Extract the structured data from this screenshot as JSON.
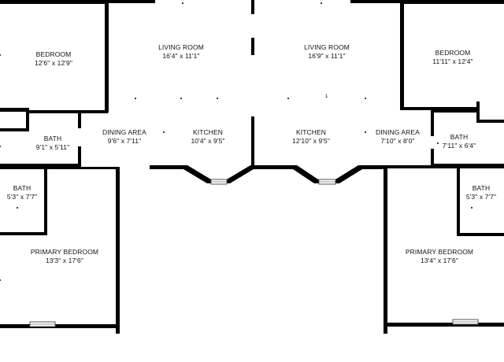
{
  "rooms": {
    "bedroom_left": {
      "name": "BEDROOM",
      "dims": "12'6\" x 12'9\""
    },
    "living_left": {
      "name": "LIVING ROOM",
      "dims": "16'4\" x 11'1\""
    },
    "living_right": {
      "name": "LIVING ROOM",
      "dims": "16'9\" x 11'1\""
    },
    "bedroom_right": {
      "name": "BEDROOM",
      "dims": "11'11\" x 12'4\""
    },
    "bath_left": {
      "name": "BATH",
      "dims": "9'1\" x 5'11\""
    },
    "dining_left": {
      "name": "DINING AREA",
      "dims": "9'6\" x 7'11\""
    },
    "kitchen_left": {
      "name": "KITCHEN",
      "dims": "10'4\" x 9'5\""
    },
    "kitchen_right": {
      "name": "KITCHEN",
      "dims": "12'10\" x 9'5\""
    },
    "dining_right": {
      "name": "DINING AREA",
      "dims": "7'10\" x 8'0\""
    },
    "bath_right": {
      "name": "BATH",
      "dims": "7'11\" x 6'4\""
    },
    "bath_small_left": {
      "name": "BATH",
      "dims": "5'3\" x 7'7\""
    },
    "bath_small_right": {
      "name": "BATH",
      "dims": "5'3\" x 7'7\""
    },
    "primary_left": {
      "name": "PRIMARY BEDROOM",
      "dims": "13'3\" x 17'6\""
    },
    "primary_right": {
      "name": "PRIMARY BEDROOM",
      "dims": "13'4\" x 17'6\""
    }
  },
  "marker": "1",
  "colors": {
    "wall": "#000000",
    "text": "#111111",
    "background": "#ffffff"
  }
}
